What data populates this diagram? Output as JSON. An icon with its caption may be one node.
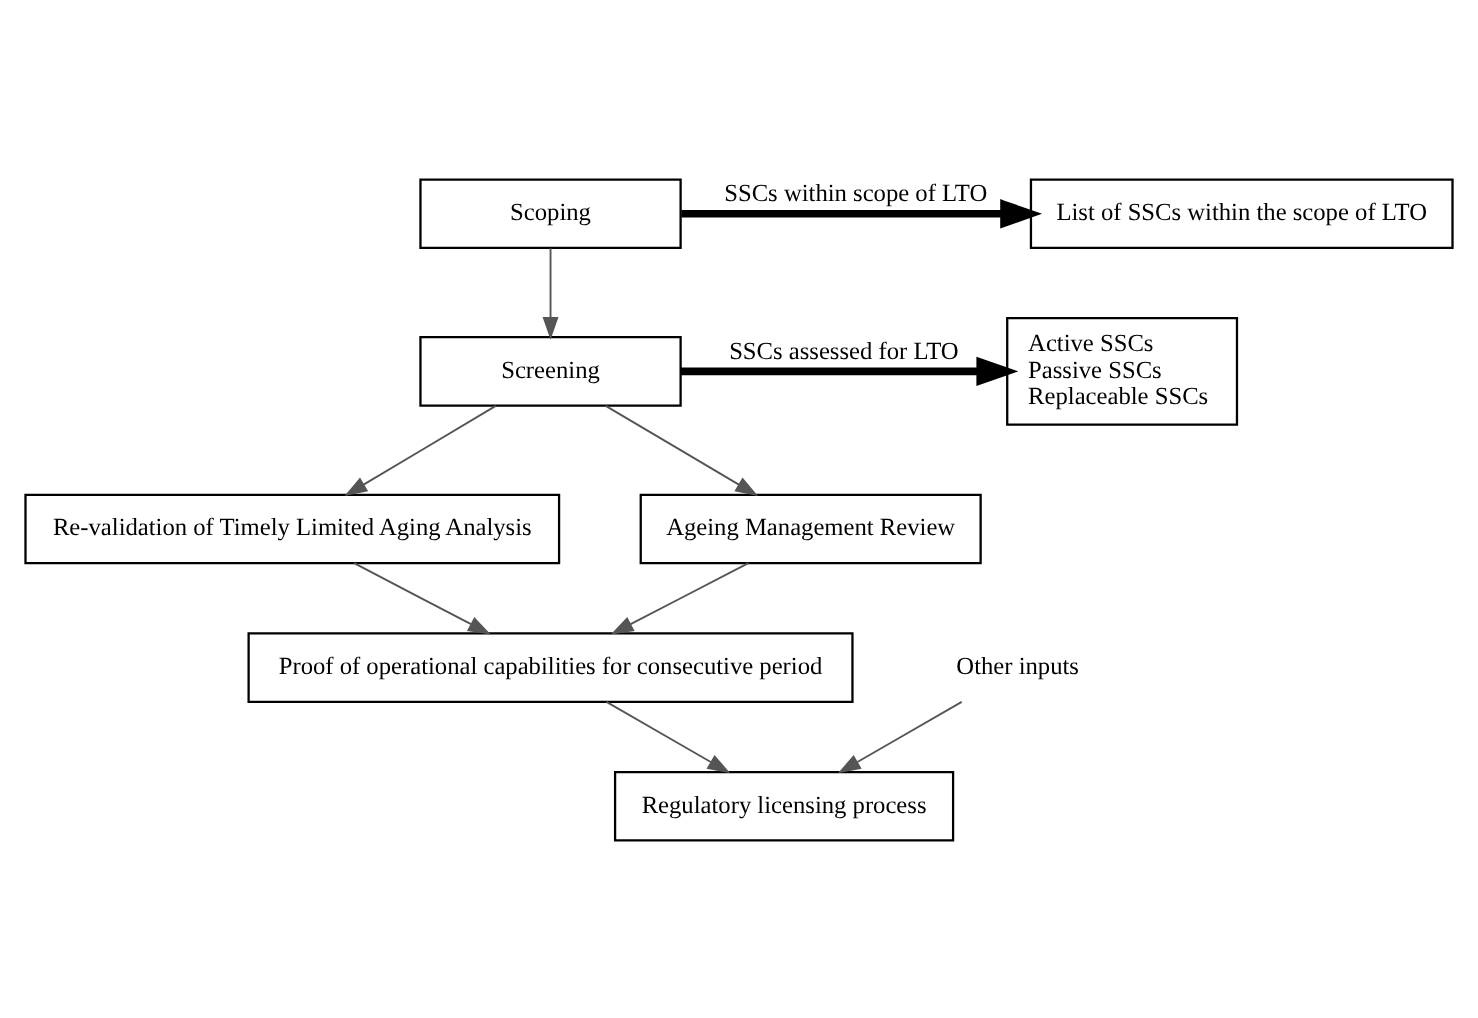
{
  "diagram": {
    "nodes": [
      {
        "text": [
          "Scoping"
        ]
      },
      {
        "text": [
          "List of SSCs within the scope of LTO"
        ]
      },
      {
        "text": [
          "Screening"
        ]
      },
      {
        "text": [
          "Active SSCs",
          "Passive SSCs",
          "Replaceable SSCs"
        ]
      },
      {
        "text": [
          "Re-validation of Timely Limited Aging Analysis"
        ]
      },
      {
        "text": [
          "Ageing Management Review"
        ]
      },
      {
        "text": [
          "Proof of operational capabilities for consecutive period"
        ]
      },
      {
        "text": [
          "Regulatory licensing process"
        ]
      },
      {
        "text": [
          "Other inputs"
        ]
      }
    ],
    "edges": [
      {
        "from": 0,
        "to": 1,
        "arrow": "to",
        "label": "SSCs within scope of LTO",
        "style": "thick"
      },
      {
        "from": 0,
        "to": 2,
        "arrow": "to"
      },
      {
        "from": 2,
        "to": 3,
        "arrow": "to",
        "label": "SSCs assessed for LTO",
        "style": "thick"
      },
      {
        "from": 2,
        "to": 4,
        "arrow": "to"
      },
      {
        "from": 2,
        "to": 5,
        "arrow": "to"
      },
      {
        "from": 4,
        "to": 6,
        "arrow": "to"
      },
      {
        "from": 5,
        "to": 6,
        "arrow": "to"
      },
      {
        "from": 6,
        "to": 7,
        "arrow": "to"
      },
      {
        "from": 8,
        "to": 7,
        "arrow": "to"
      }
    ]
  }
}
